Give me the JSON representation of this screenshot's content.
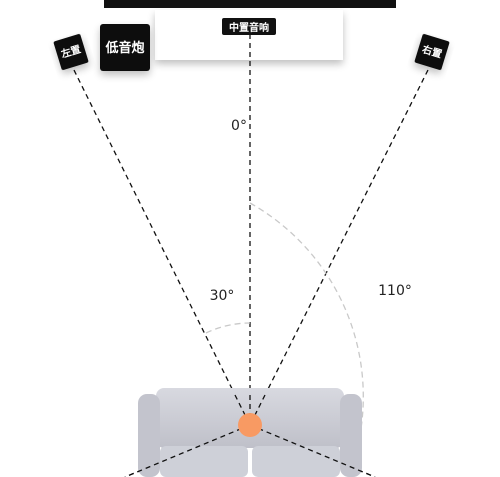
{
  "speakers": {
    "left": "左置",
    "right": "右置",
    "center": "中置音响",
    "subwoofer": "低音炮"
  },
  "angles": {
    "front": "0°",
    "front_spread": "30°",
    "surround_spread": "110°"
  },
  "colors": {
    "listener": "#F89A63",
    "speaker": "#111111",
    "sofa": "#CDCED6",
    "dashed_line": "#111111",
    "arc": "#C9C9C9"
  }
}
